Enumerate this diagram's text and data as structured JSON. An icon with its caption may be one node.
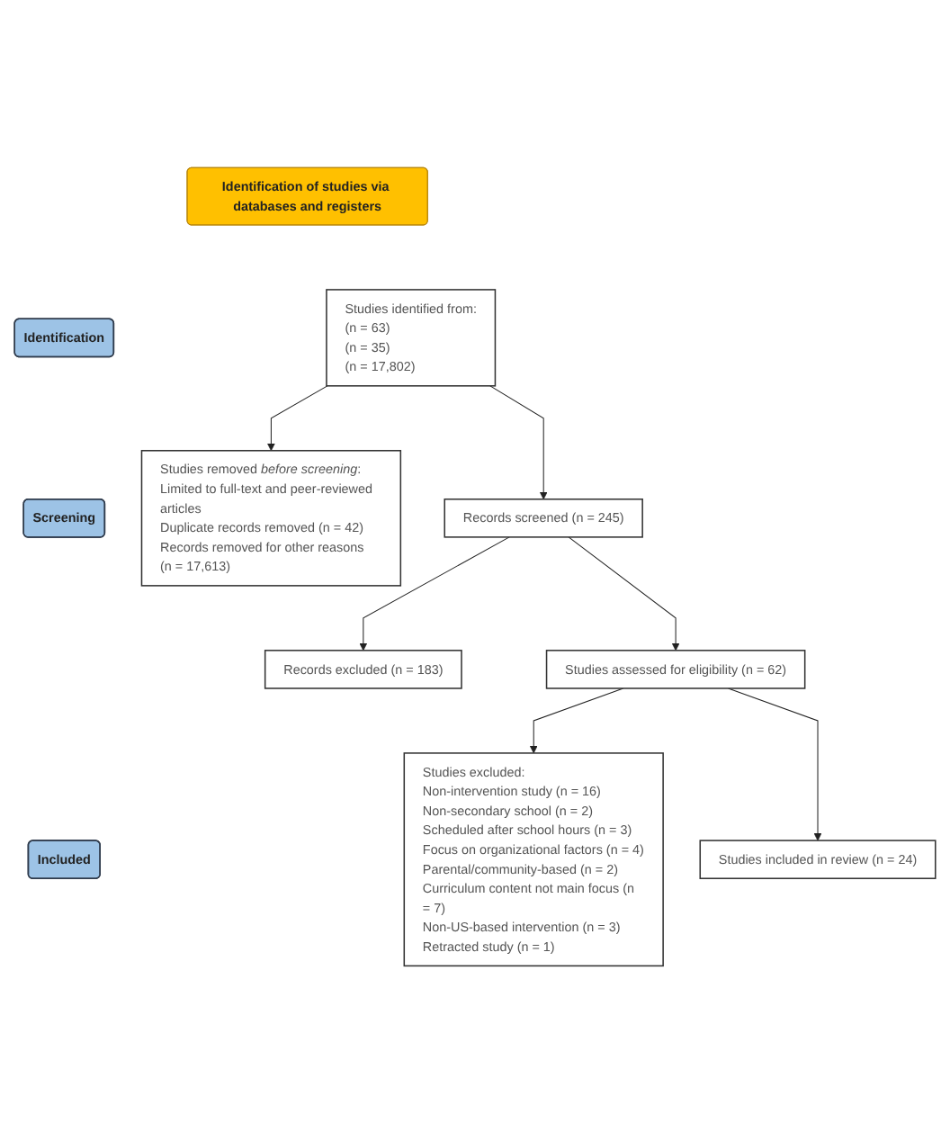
{
  "diagram": {
    "nodes": [
      {
        "text": [
          "Identification of studies via databases and registers"
        ]
      },
      {
        "text": [
          "Identification"
        ]
      },
      {
        "text": [
          "Studies identified from:",
          "(n = 63)",
          "(n = 35)",
          "(n = 17,802)"
        ]
      },
      {
        "text": [
          "Studies removed *before screening*:",
          "Limited to full-text and peer-reviewed articles",
          "Duplicate records removed (n = 42)",
          "Records removed for other reasons (n = 17,613)"
        ]
      },
      {
        "text": [
          "Screening"
        ]
      },
      {
        "text": [
          "Records screened (n = 245)"
        ]
      },
      {
        "text": [
          "Records excluded (n = 183)"
        ]
      },
      {
        "text": [
          "Studies assessed for eligibility (n = 62)"
        ]
      },
      {
        "text": [
          "Studies excluded:",
          "Non-intervention study (n = 16)",
          "Non-secondary school (n = 2)",
          "Scheduled after school hours (n = 3)",
          "Focus on organizational factors (n = 4)",
          "Parental/community-based (n = 2)",
          "Curriculum content not main focus (n = 7)",
          "Non-US-based intervention (n = 3)",
          "Retracted study (n = 1)"
        ]
      },
      {
        "text": [
          "Included"
        ]
      },
      {
        "text": [
          "Studies included in review (n = 24)"
        ]
      }
    ],
    "edges": [
      {
        "from": 2,
        "to": 3,
        "arrow": "to"
      },
      {
        "from": 2,
        "to": 5,
        "arrow": "to"
      },
      {
        "from": 5,
        "to": 6,
        "arrow": "to"
      },
      {
        "from": 5,
        "to": 7,
        "arrow": "to"
      },
      {
        "from": 7,
        "to": 8,
        "arrow": "to"
      },
      {
        "from": 7,
        "to": 10,
        "arrow": "to"
      }
    ]
  }
}
